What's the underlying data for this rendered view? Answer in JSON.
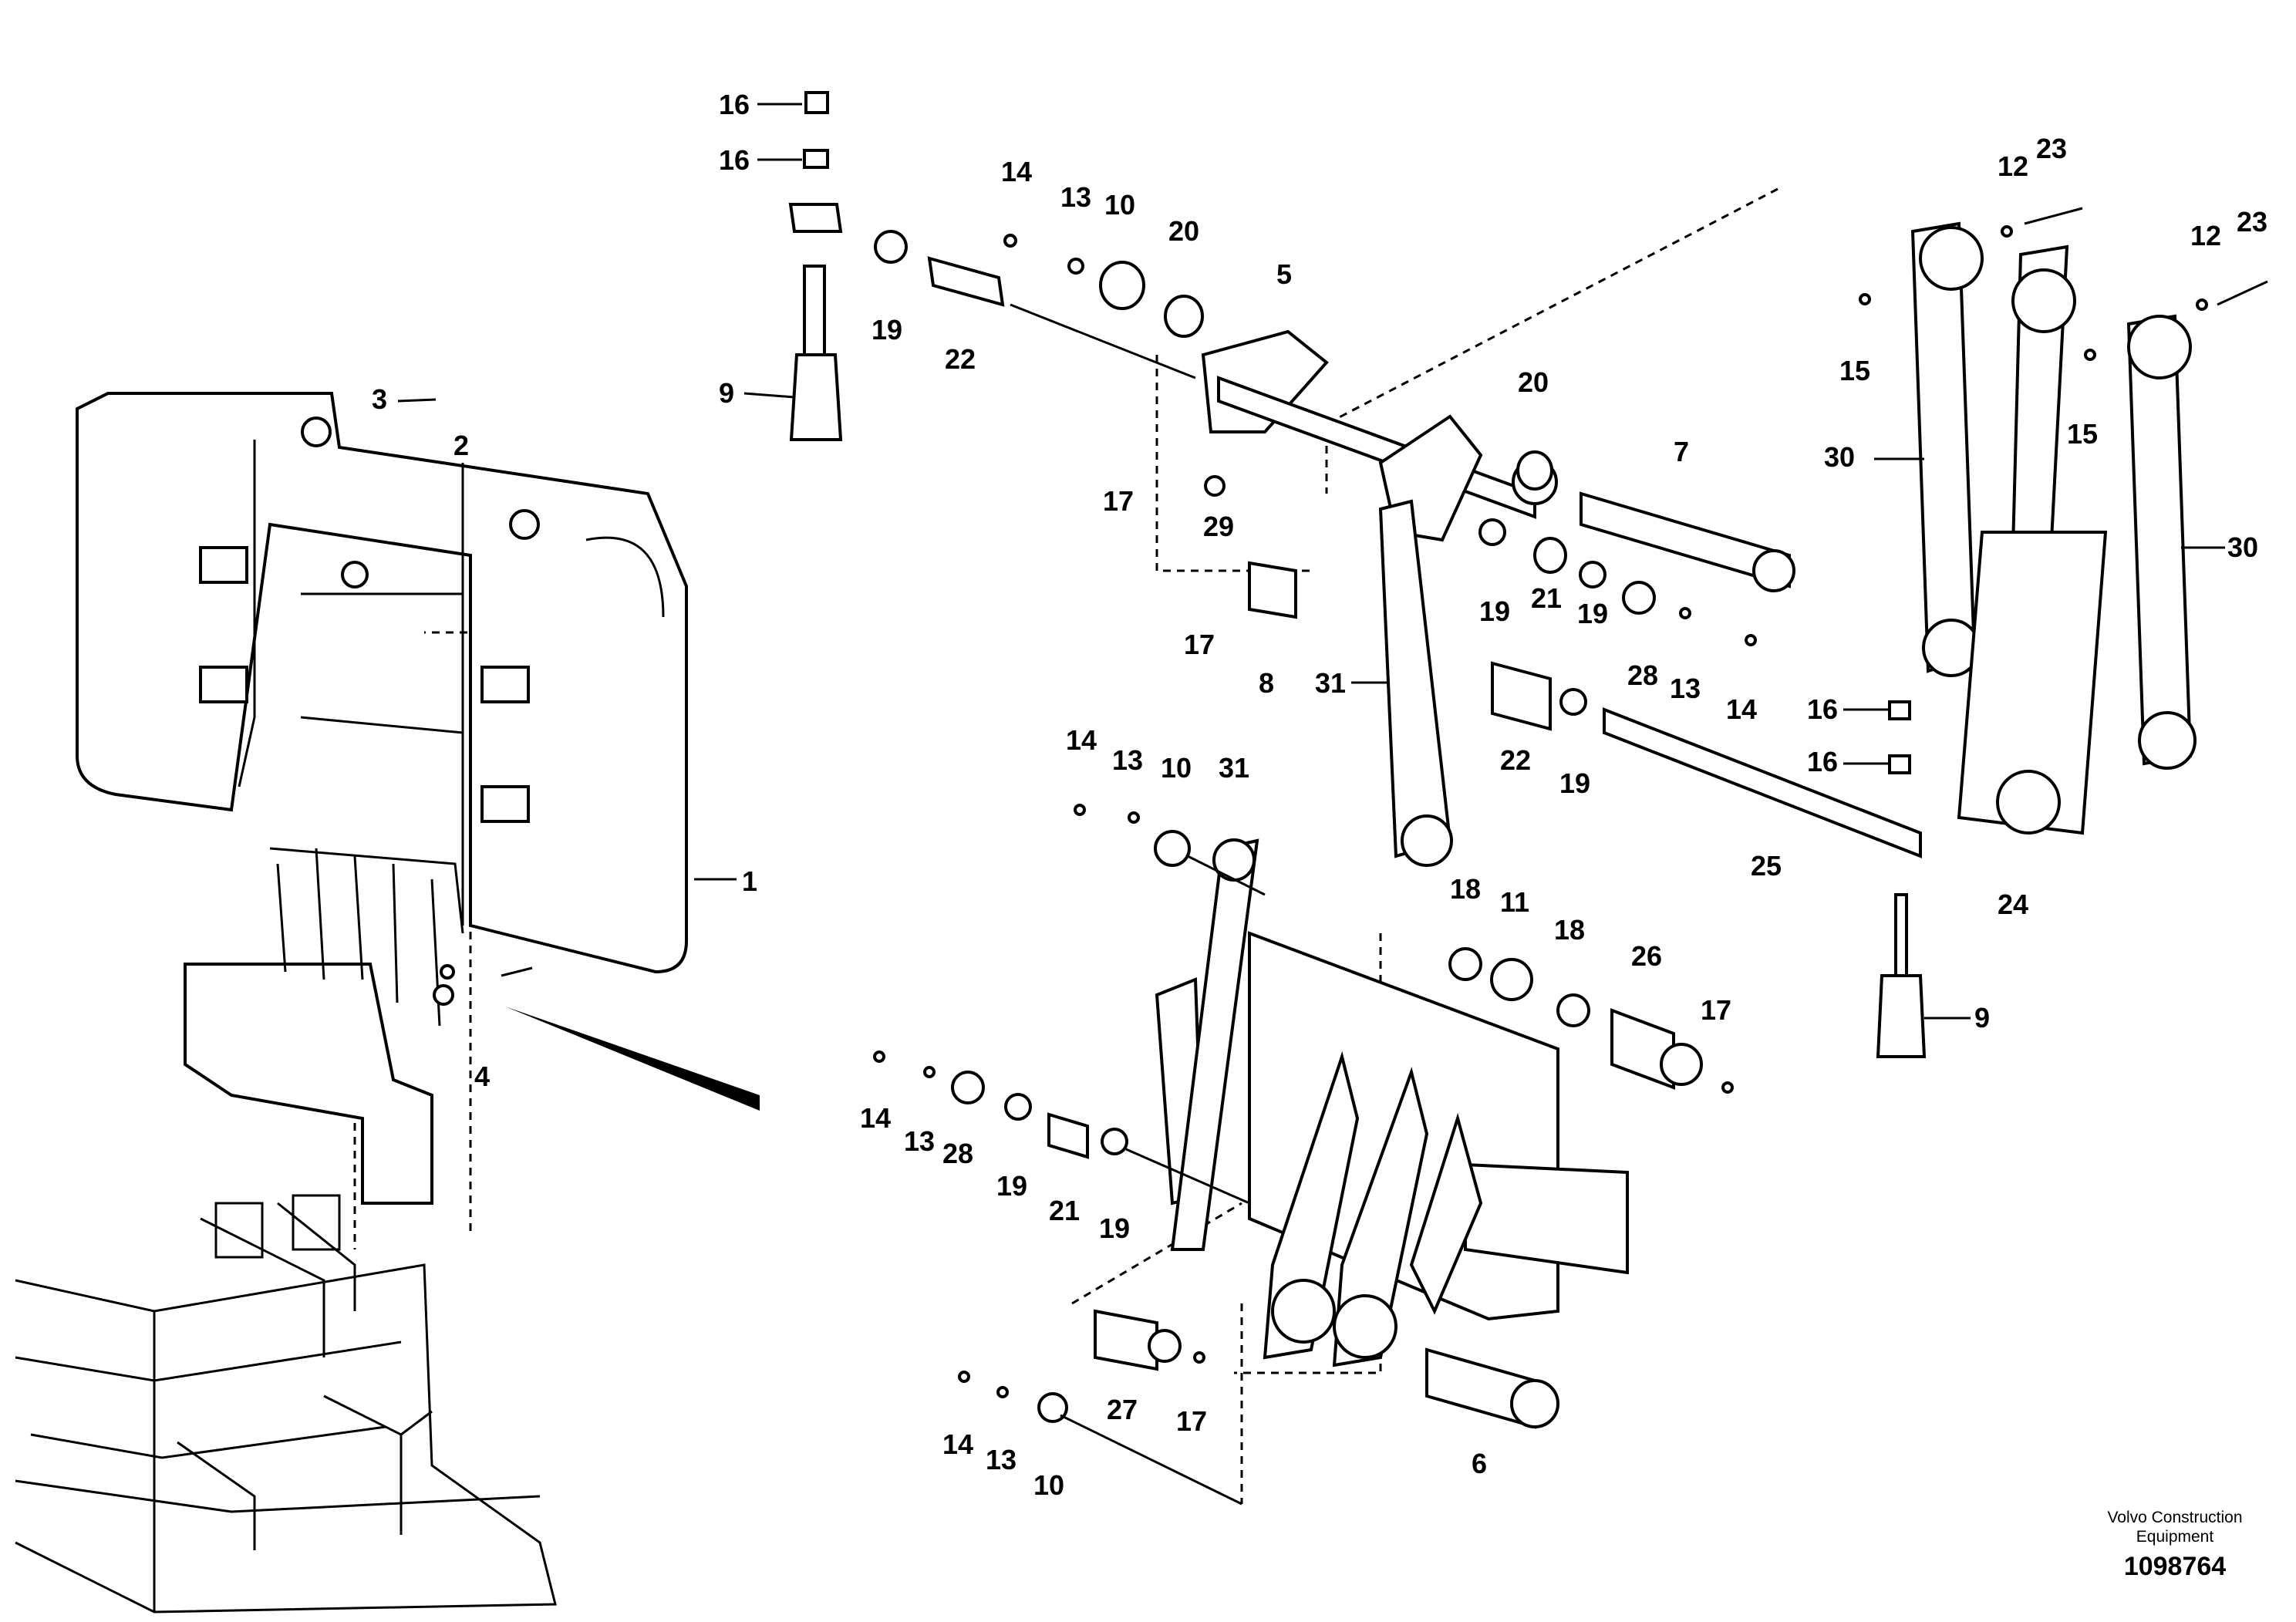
{
  "brand_line1": "Volvo Construction",
  "brand_line2": "Equipment",
  "drawing_number": "1098764",
  "callouts": [
    "16",
    "16",
    "14",
    "13",
    "10",
    "20",
    "5",
    "12",
    "23",
    "12",
    "23",
    "9",
    "19",
    "22",
    "3",
    "2",
    "17",
    "29",
    "20",
    "7",
    "15",
    "30",
    "15",
    "30",
    "17",
    "8",
    "19",
    "21",
    "19",
    "28",
    "13",
    "14",
    "31",
    "22",
    "19",
    "16",
    "16",
    "25",
    "1",
    "14",
    "13",
    "10",
    "31",
    "24",
    "18",
    "11",
    "18",
    "26",
    "17",
    "9",
    "4",
    "14",
    "13",
    "28",
    "19",
    "21",
    "19",
    "27",
    "17",
    "14",
    "13",
    "10",
    "6"
  ]
}
